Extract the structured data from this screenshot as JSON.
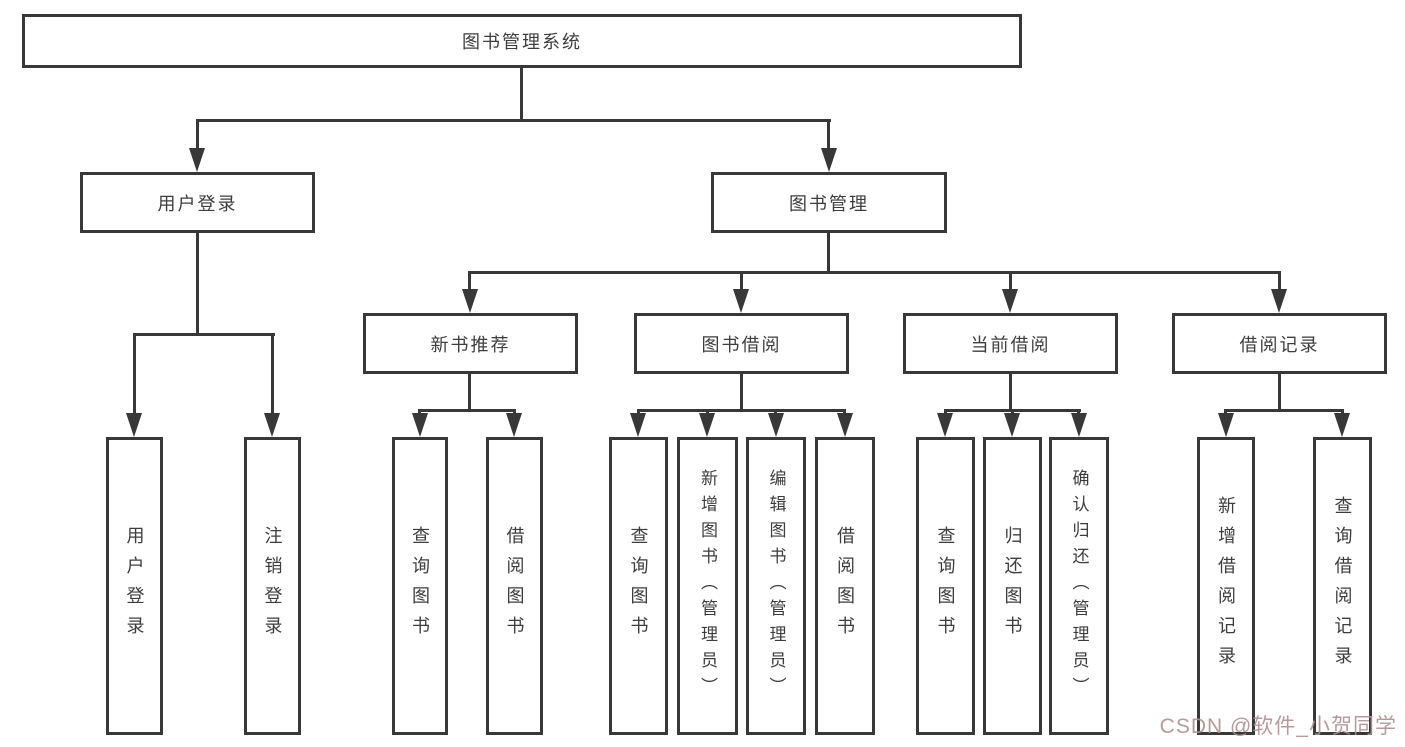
{
  "tree": {
    "label": "图书管理系统",
    "children": [
      {
        "label": "用户登录",
        "children": [
          {
            "label": "用户登录"
          },
          {
            "label": "注销登录"
          }
        ]
      },
      {
        "label": "图书管理",
        "children": [
          {
            "label": "新书推荐",
            "children": [
              {
                "label": "查询图书"
              },
              {
                "label": "借阅图书"
              }
            ]
          },
          {
            "label": "图书借阅",
            "children": [
              {
                "label": "查询图书"
              },
              {
                "label": "新增图书（管理员）"
              },
              {
                "label": "编辑图书（管理员）"
              },
              {
                "label": "借阅图书"
              }
            ]
          },
          {
            "label": "当前借阅",
            "children": [
              {
                "label": "查询图书"
              },
              {
                "label": "归还图书"
              },
              {
                "label": "确认归还（管理员）"
              }
            ]
          },
          {
            "label": "借阅记录",
            "children": [
              {
                "label": "新增借阅记录"
              },
              {
                "label": "查询借阅记录"
              }
            ]
          }
        ]
      }
    ]
  },
  "watermark": "CSDN @软件_小贺同学",
  "colors": {
    "line": "#383838",
    "box_border": "#383838",
    "text": "#3d3d3d",
    "background": "#ffffff",
    "watermark": "#b28f8f"
  }
}
